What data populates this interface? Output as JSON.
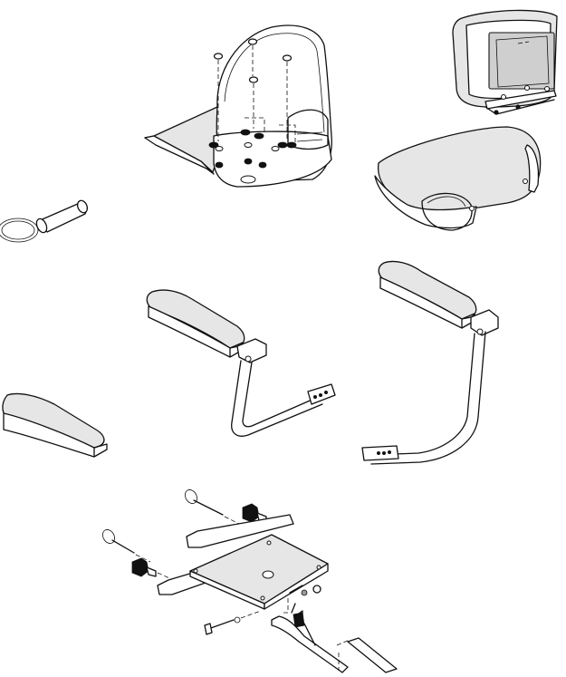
{
  "diagram": {
    "parts": [
      {
        "id": "seat-shell",
        "icon": "molded-seat-shell"
      },
      {
        "id": "backrest-cushion",
        "icon": "back-cushion"
      },
      {
        "id": "seat-cushion",
        "icon": "seat-cushion"
      },
      {
        "id": "ring-pin",
        "icon": "ring-pin"
      },
      {
        "id": "armrest-pad-left",
        "icon": "armrest-pad"
      },
      {
        "id": "armrest-left",
        "icon": "armrest-assembly"
      },
      {
        "id": "armrest-right",
        "icon": "armrest-assembly"
      },
      {
        "id": "seat-mount-bracket",
        "icon": "slide-mount-plate"
      },
      {
        "id": "adjustment-lever",
        "icon": "slide-lever"
      }
    ],
    "colors": {
      "line": "#111111",
      "fill": "#e6e6e6",
      "background": "#ffffff"
    }
  }
}
